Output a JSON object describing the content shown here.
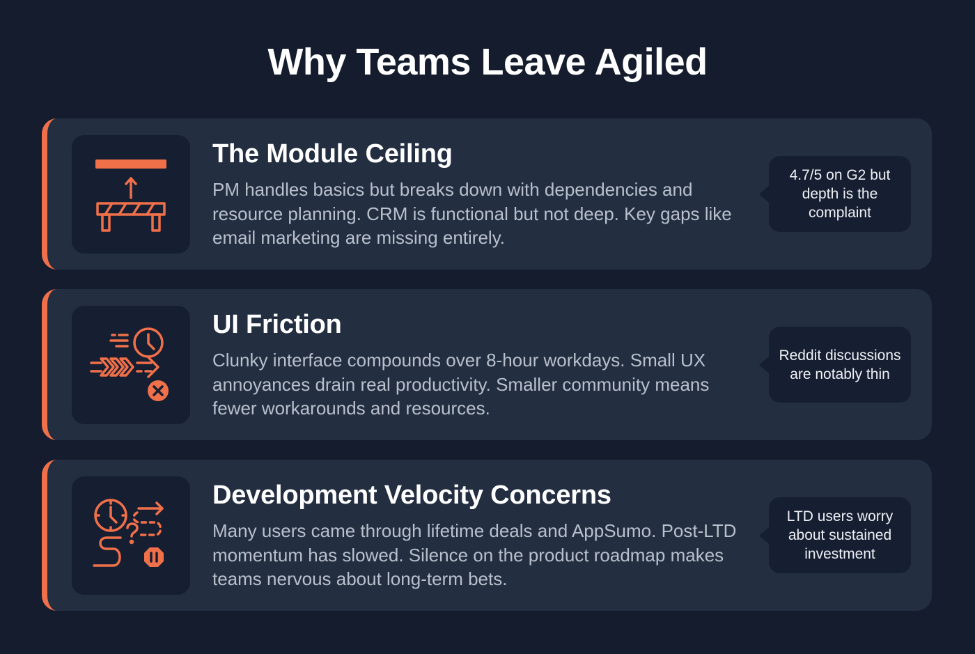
{
  "page": {
    "title": "Why Teams Leave Agiled"
  },
  "colors": {
    "background": "#141c2e",
    "card": "#232e41",
    "accent": "#f0704a",
    "icon_box": "#161e31"
  },
  "cards": [
    {
      "title": "The Module Ceiling",
      "body": "PM handles basics but breaks down with dependencies and resource planning. CRM is functional but not deep. Key gaps like email marketing are missing entirely.",
      "callout": "4.7/5 on G2 but depth is the complaint",
      "icon": "ceiling-barrier-icon"
    },
    {
      "title": "UI Friction",
      "body": "Clunky interface compounds over 8-hour workdays. Small UX annoyances drain real productivity. Smaller community means fewer workarounds and resources.",
      "callout": "Reddit discussions are notably thin",
      "icon": "friction-clock-icon"
    },
    {
      "title": "Development Velocity Concerns",
      "body": "Many users came through lifetime deals and AppSumo. Post-LTD momentum has slowed. Silence on the product roadmap makes teams nervous about long-term bets.",
      "callout": "LTD users worry about sustained investment",
      "icon": "roadmap-pause-icon"
    }
  ]
}
